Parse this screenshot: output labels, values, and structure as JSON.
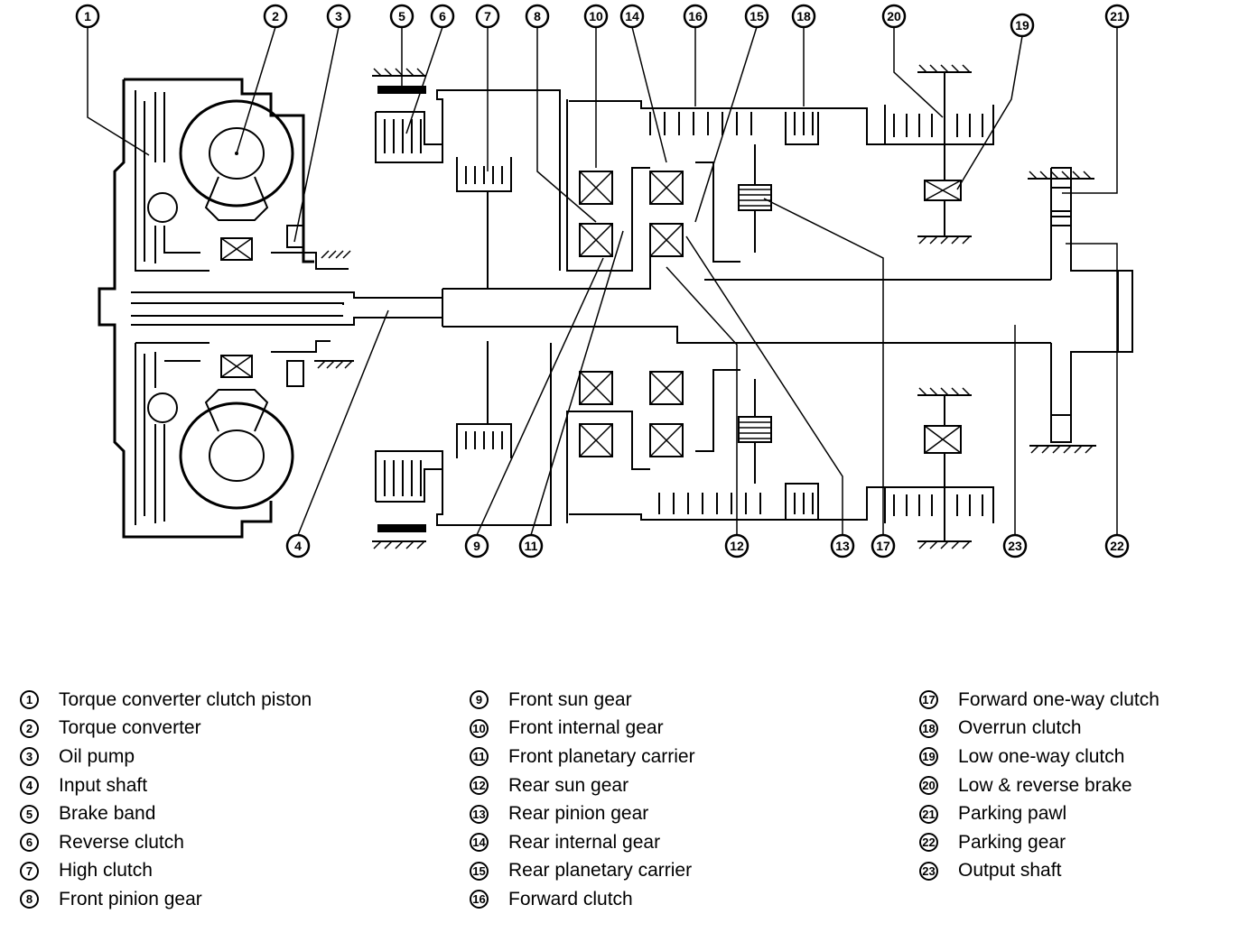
{
  "callouts": [
    {
      "num": "1"
    },
    {
      "num": "2"
    },
    {
      "num": "3"
    },
    {
      "num": "4"
    },
    {
      "num": "5"
    },
    {
      "num": "6"
    },
    {
      "num": "7"
    },
    {
      "num": "8"
    },
    {
      "num": "9"
    },
    {
      "num": "10"
    },
    {
      "num": "11"
    },
    {
      "num": "12"
    },
    {
      "num": "13"
    },
    {
      "num": "14"
    },
    {
      "num": "15"
    },
    {
      "num": "16"
    },
    {
      "num": "17"
    },
    {
      "num": "18"
    },
    {
      "num": "19"
    },
    {
      "num": "20"
    },
    {
      "num": "21"
    },
    {
      "num": "22"
    },
    {
      "num": "23"
    }
  ],
  "legend": {
    "col1": [
      {
        "num": "1",
        "label": "Torque converter clutch piston"
      },
      {
        "num": "2",
        "label": "Torque converter"
      },
      {
        "num": "3",
        "label": "Oil pump"
      },
      {
        "num": "4",
        "label": "Input shaft"
      },
      {
        "num": "5",
        "label": "Brake band"
      },
      {
        "num": "6",
        "label": "Reverse clutch"
      },
      {
        "num": "7",
        "label": "High clutch"
      },
      {
        "num": "8",
        "label": "Front pinion gear"
      }
    ],
    "col2": [
      {
        "num": "9",
        "label": "Front sun gear"
      },
      {
        "num": "10",
        "label": "Front internal gear"
      },
      {
        "num": "11",
        "label": "Front planetary carrier"
      },
      {
        "num": "12",
        "label": "Rear sun gear"
      },
      {
        "num": "13",
        "label": "Rear pinion gear"
      },
      {
        "num": "14",
        "label": "Rear internal gear"
      },
      {
        "num": "15",
        "label": "Rear planetary carrier"
      },
      {
        "num": "16",
        "label": "Forward clutch"
      }
    ],
    "col3": [
      {
        "num": "17",
        "label": "Forward one-way clutch"
      },
      {
        "num": "18",
        "label": "Overrun clutch"
      },
      {
        "num": "19",
        "label": "Low one-way clutch"
      },
      {
        "num": "20",
        "label": "Low & reverse brake"
      },
      {
        "num": "21",
        "label": "Parking pawl"
      },
      {
        "num": "22",
        "label": "Parking gear"
      },
      {
        "num": "23",
        "label": "Output shaft"
      }
    ]
  }
}
